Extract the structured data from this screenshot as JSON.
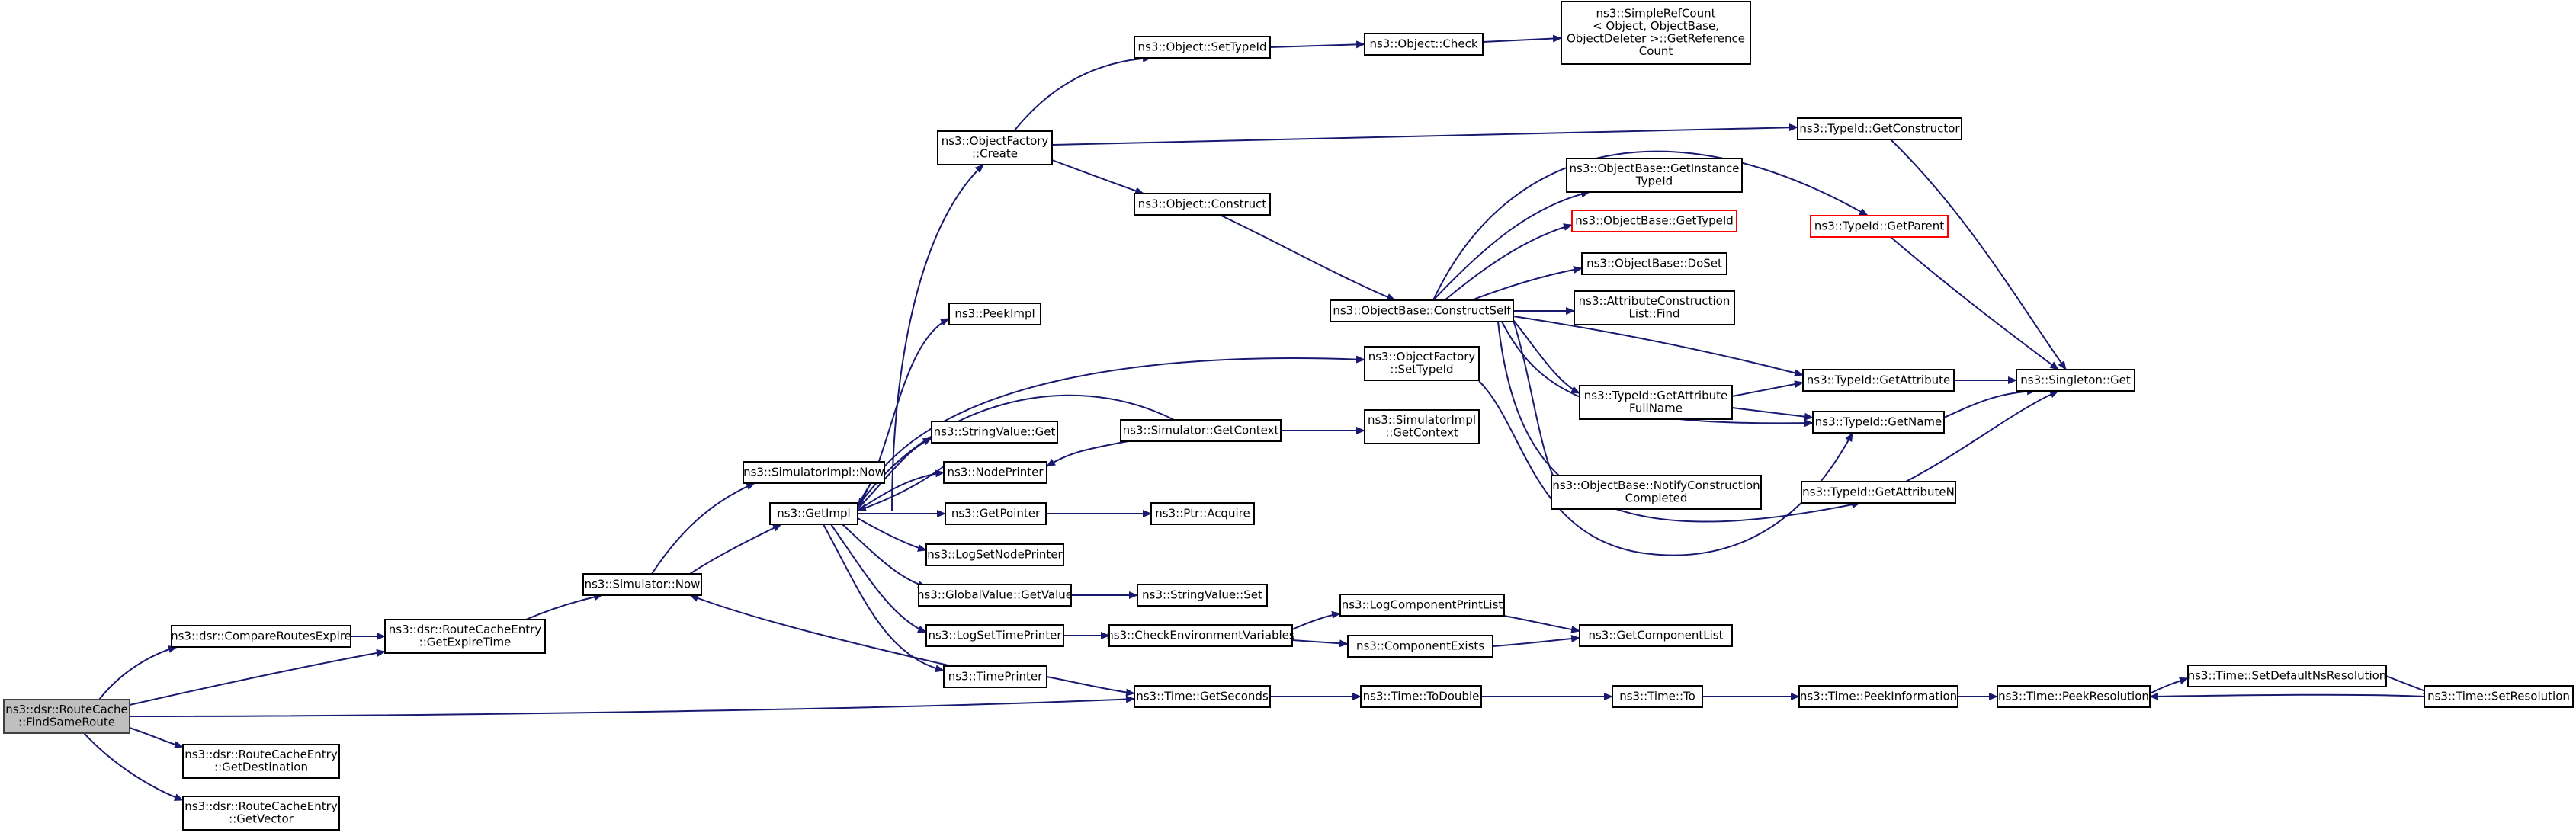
{
  "diagram": {
    "edge_color": "#191970",
    "root_fill": "#bfbfbf",
    "highlight_border": "#ff0000",
    "nodes": {
      "findSameRoute": [
        "ns3::dsr::RouteCache",
        "::FindSameRoute"
      ],
      "compareRoutesExpire": [
        "ns3::dsr::CompareRoutesExpire"
      ],
      "getExpireTime": [
        "ns3::dsr::RouteCacheEntry",
        "::GetExpireTime"
      ],
      "getDestination": [
        "ns3::dsr::RouteCacheEntry",
        "::GetDestination"
      ],
      "getVector": [
        "ns3::dsr::RouteCacheEntry",
        "::GetVector"
      ],
      "simulatorNow": [
        "ns3::Simulator::Now"
      ],
      "simulatorImplNow": [
        "ns3::SimulatorImpl::Now"
      ],
      "getImpl": [
        "ns3::GetImpl"
      ],
      "objectFactoryCreate": [
        "ns3::ObjectFactory",
        "::Create"
      ],
      "peekImpl": [
        "ns3::PeekImpl"
      ],
      "stringValueGet": [
        "ns3::StringValue::Get"
      ],
      "nodePrinter": [
        "ns3::NodePrinter"
      ],
      "getPointer": [
        "ns3::GetPointer"
      ],
      "logSetNodePrinter": [
        "ns3::LogSetNodePrinter"
      ],
      "globalValueGetValue": [
        "ns3::GlobalValue::GetValue"
      ],
      "logSetTimePrinter": [
        "ns3::LogSetTimePrinter"
      ],
      "timePrinter": [
        "ns3::TimePrinter"
      ],
      "objectSetTypeId": [
        "ns3::Object::SetTypeId"
      ],
      "objectConstruct": [
        "ns3::Object::Construct"
      ],
      "simulatorGetContext": [
        "ns3::Simulator::GetContext"
      ],
      "ptrAcquire": [
        "ns3::Ptr::Acquire"
      ],
      "stringValueSet": [
        "ns3::StringValue::Set"
      ],
      "checkEnvVars": [
        "ns3::CheckEnvironmentVariables"
      ],
      "timeGetSeconds": [
        "ns3::Time::GetSeconds"
      ],
      "objectCheck": [
        "ns3::Object::Check"
      ],
      "objectBaseConstructSelf": [
        "ns3::ObjectBase::ConstructSelf"
      ],
      "objectFactorySetTypeId": [
        "ns3::ObjectFactory",
        "::SetTypeId"
      ],
      "simulatorImplGetContext": [
        "ns3::SimulatorImpl",
        "::GetContext"
      ],
      "logComponentPrintList": [
        "ns3::LogComponentPrintList"
      ],
      "componentExists": [
        "ns3::ComponentExists"
      ],
      "timeToDouble": [
        "ns3::Time::ToDouble"
      ],
      "simpleRefCount": [
        "ns3::SimpleRefCount",
        "< Object, ObjectBase,",
        " ObjectDeleter >::GetReference",
        "Count"
      ],
      "getInstanceTypeId": [
        "ns3::ObjectBase::GetInstance",
        "TypeId"
      ],
      "objectBaseGetTypeId": [
        "ns3::ObjectBase::GetTypeId"
      ],
      "objectBaseDoSet": [
        "ns3::ObjectBase::DoSet"
      ],
      "attrConstructionListFind": [
        "ns3::AttributeConstruction",
        "List::Find"
      ],
      "getAttributeFullName": [
        "ns3::TypeId::GetAttribute",
        "FullName"
      ],
      "notifyConstructionCompleted": [
        "ns3::ObjectBase::NotifyConstruction",
        "Completed"
      ],
      "getComponentList": [
        "ns3::GetComponentList"
      ],
      "timeTo": [
        "ns3::Time::To"
      ],
      "typeIdGetConstructor": [
        "ns3::TypeId::GetConstructor"
      ],
      "typeIdGetParent": [
        "ns3::TypeId::GetParent"
      ],
      "typeIdGetAttribute": [
        "ns3::TypeId::GetAttribute"
      ],
      "typeIdGetName": [
        "ns3::TypeId::GetName"
      ],
      "typeIdGetAttributeN": [
        "ns3::TypeId::GetAttributeN"
      ],
      "timePeekInformation": [
        "ns3::Time::PeekInformation"
      ],
      "singletonGet": [
        "ns3::Singleton::Get"
      ],
      "timePeekResolution": [
        "ns3::Time::PeekResolution"
      ],
      "setDefaultNsResolution": [
        "ns3::Time::SetDefaultNsResolution"
      ],
      "timeSetResolution": [
        "ns3::Time::SetResolution"
      ]
    }
  }
}
